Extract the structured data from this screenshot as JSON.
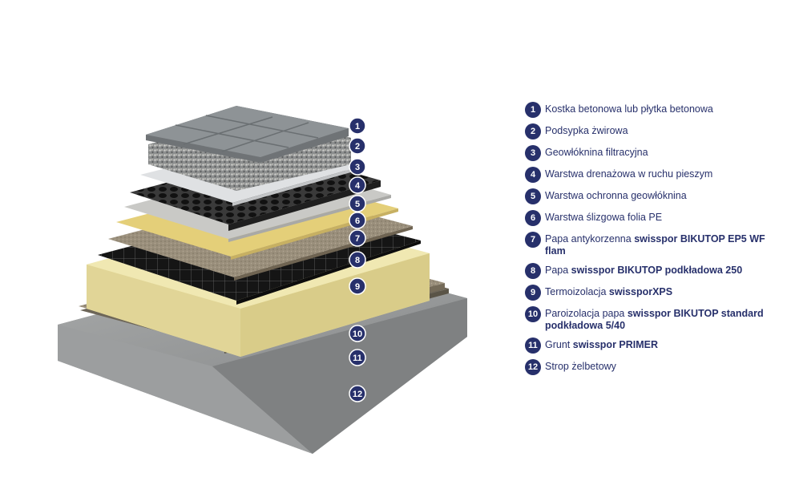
{
  "colors": {
    "accent": "#27306b",
    "text": "#27306b"
  },
  "icons": {
    "badge": "numbered-circle-icon"
  },
  "legend": [
    {
      "num": "1",
      "text": "Kostka betonowa lub płytka betonowa",
      "bold": ""
    },
    {
      "num": "2",
      "text": "Podsypka żwirowa",
      "bold": ""
    },
    {
      "num": "3",
      "text": "Geowłóknina filtracyjna",
      "bold": ""
    },
    {
      "num": "4",
      "text": "Warstwa drenażowa w ruchu pieszym",
      "bold": ""
    },
    {
      "num": "5",
      "text": "Warstwa ochronna geowłóknina",
      "bold": ""
    },
    {
      "num": "6",
      "text": "Warstwa ślizgowa folia PE",
      "bold": ""
    },
    {
      "num": "7",
      "text": "Papa antykorzenna ",
      "bold": "swisspor BIKUTOP EP5 WF flam"
    },
    {
      "num": "8",
      "text": "Papa ",
      "bold": "swisspor BIKUTOP podkładowa 250"
    },
    {
      "num": "9",
      "text": "Termoizolacja ",
      "bold": "swissporXPS"
    },
    {
      "num": "10",
      "text": "Paroizolacja papa ",
      "bold": "swisspor BIKUTOP standard podkładowa 5/40"
    },
    {
      "num": "11",
      "text": "Grunt ",
      "bold": "swisspor PRIMER"
    },
    {
      "num": "12",
      "text": "Strop żelbetowy",
      "bold": ""
    }
  ],
  "badges": [
    "1",
    "2",
    "3",
    "4",
    "5",
    "6",
    "7",
    "8",
    "9",
    "10",
    "11",
    "12"
  ]
}
